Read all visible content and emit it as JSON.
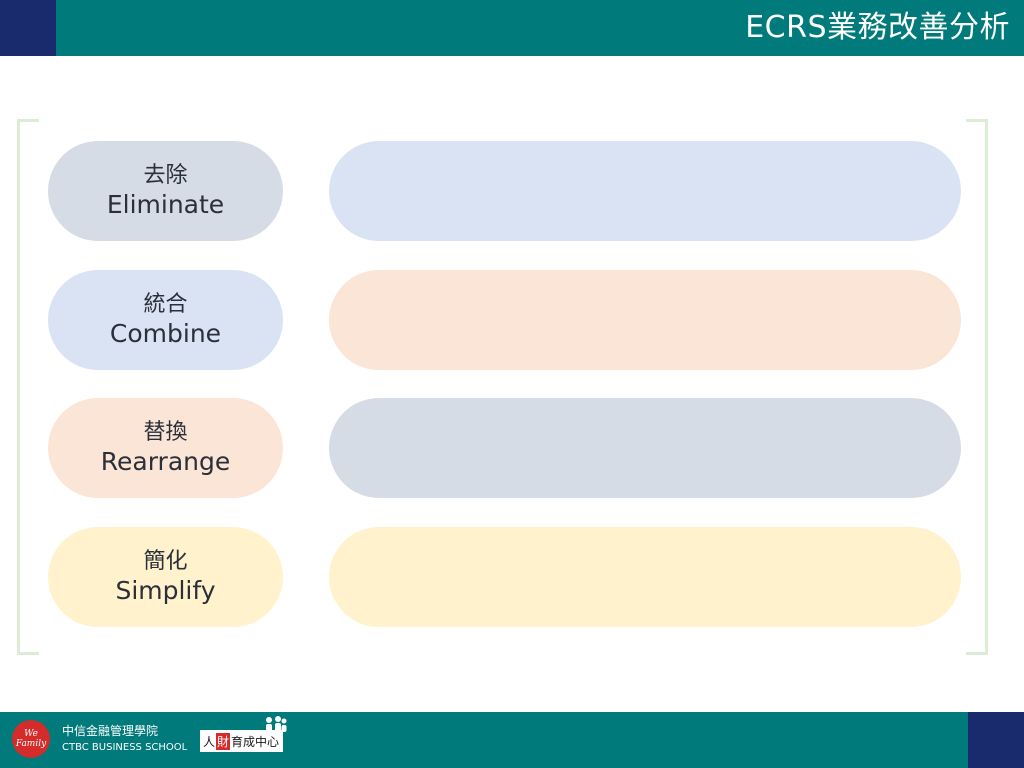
{
  "header": {
    "title": "ECRS業務改善分析"
  },
  "rows": [
    {
      "zh": "去除",
      "en": "Eliminate",
      "label_color": "#d6dce5",
      "content_color": "#dae3f3"
    },
    {
      "zh": "統合",
      "en": "Combine",
      "label_color": "#dae3f3",
      "content_color": "#fbe5d6"
    },
    {
      "zh": "替換",
      "en": "Rearrange",
      "label_color": "#fbe5d6",
      "content_color": "#d6dce5"
    },
    {
      "zh": "簡化",
      "en": "Simplify",
      "label_color": "#fff2cc",
      "content_color": "#fff2cc"
    }
  ],
  "footer": {
    "family_logo": "We Family",
    "school_zh": "中信金融管理學院",
    "school_en": "CTBC BUSINESS SCHOOL",
    "talent_pre": "人",
    "talent_hl": "財",
    "talent_post": "育成中心",
    "icon": "people-icon"
  },
  "colors": {
    "teal": "#007a7a",
    "navy": "#1a2b6d",
    "bracket": "#dcecd6"
  }
}
